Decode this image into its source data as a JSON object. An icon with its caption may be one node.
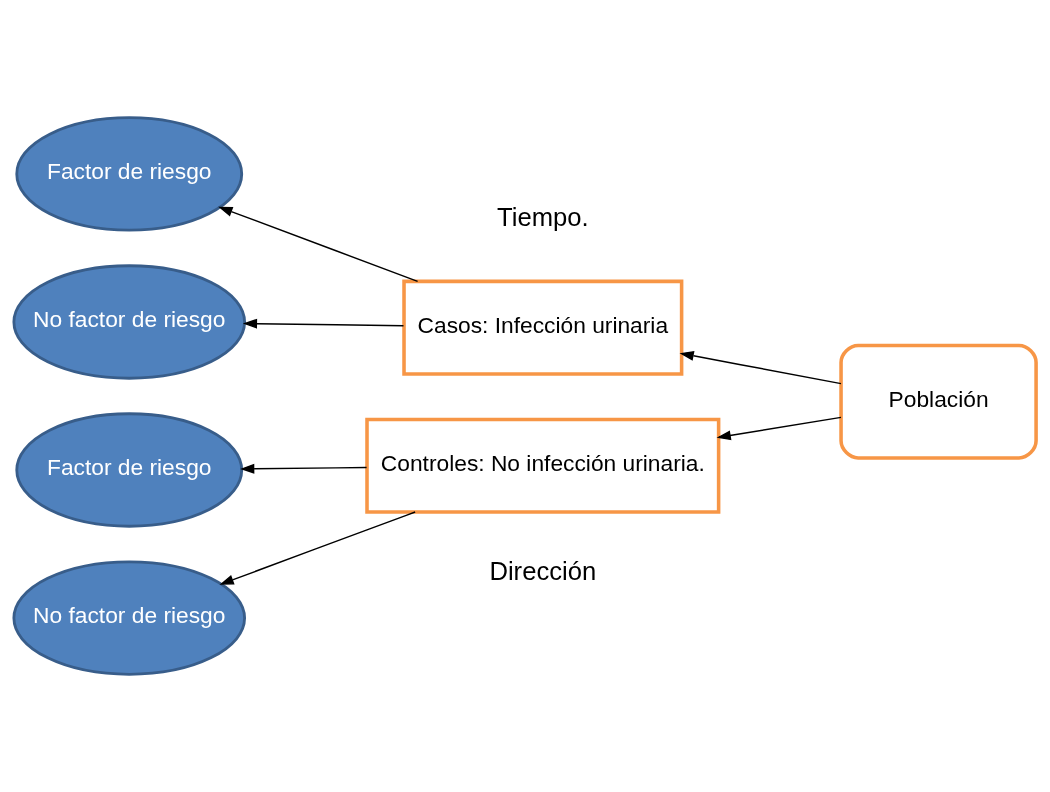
{
  "diagram": {
    "nodes": [
      {
        "text": [
          "Factor de riesgo"
        ]
      },
      {
        "text": [
          "Casos: Infección urinaria"
        ]
      },
      {
        "text": [
          "No factor de riesgo"
        ]
      },
      {
        "text": [
          "Población"
        ]
      },
      {
        "text": [
          "Factor de riesgo"
        ]
      },
      {
        "text": [
          "Controles: No infección urinaria."
        ]
      },
      {
        "text": [
          "No factor de riesgo"
        ]
      }
    ],
    "edges": [
      {
        "from": 3,
        "to": 1,
        "arrow": "to"
      },
      {
        "from": 3,
        "to": 5,
        "arrow": "to"
      },
      {
        "from": 1,
        "to": 0,
        "arrow": "to"
      },
      {
        "from": 1,
        "to": 2,
        "arrow": "to"
      },
      {
        "from": 5,
        "to": 4,
        "arrow": "to"
      },
      {
        "from": 5,
        "to": 6,
        "arrow": "to"
      }
    ],
    "labels": [
      "Tiempo.",
      "Dirección"
    ]
  }
}
